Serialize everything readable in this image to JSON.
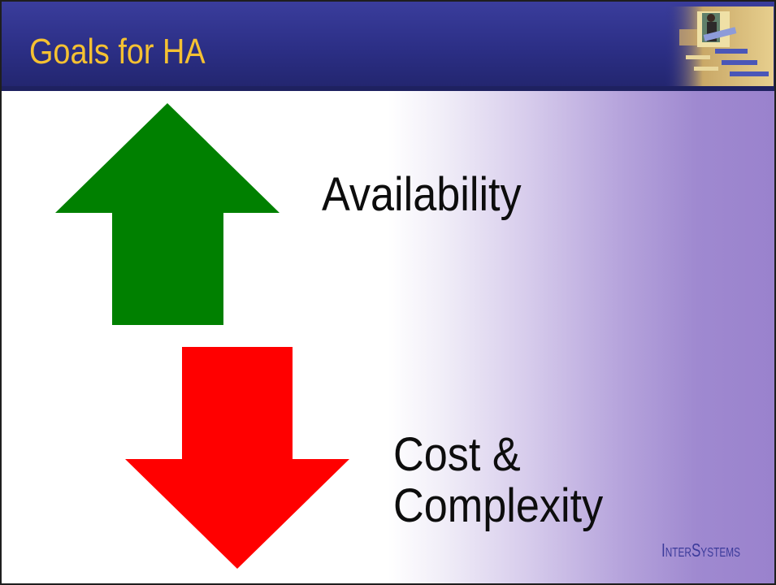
{
  "header": {
    "title": "Goals for HA"
  },
  "arrows": {
    "up": {
      "icon": "arrow-up-icon",
      "color": "#008000"
    },
    "down": {
      "icon": "arrow-down-icon",
      "color": "#ff0000"
    }
  },
  "labels": {
    "availability": "Availability",
    "cost_line1": "Cost &",
    "cost_line2": "Complexity"
  },
  "branding": {
    "logo_text": "InterSystems",
    "logo_color": "#3b3a9a"
  },
  "colors": {
    "title_bar": "#2c2f86",
    "title_text": "#f5c132",
    "gradient_end": "#9a82cd"
  }
}
